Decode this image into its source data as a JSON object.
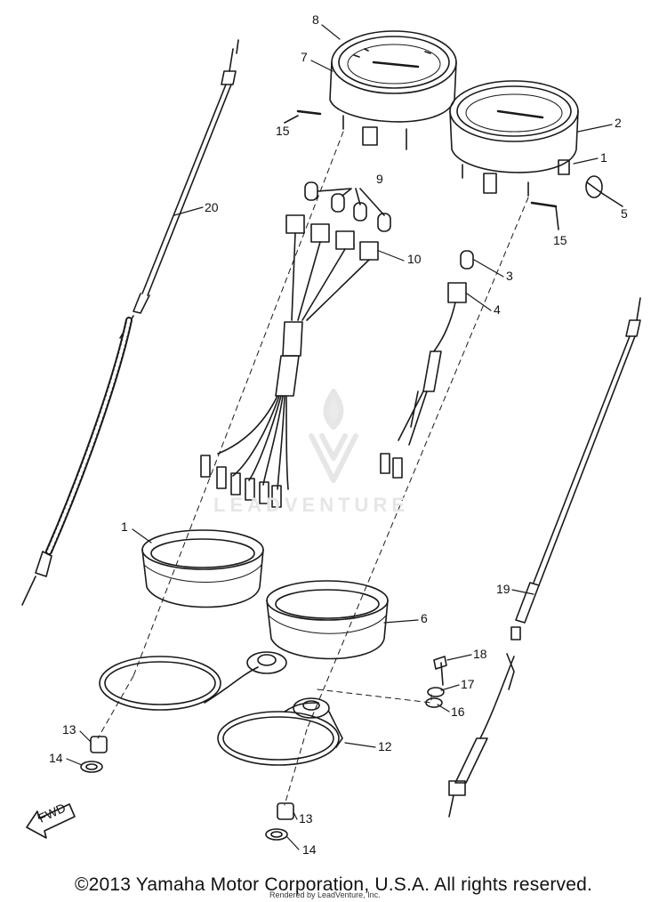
{
  "callouts": {
    "c1a": "1",
    "c1b": "1",
    "c2": "2",
    "c3": "3",
    "c4": "4",
    "c5": "5",
    "c6": "6",
    "c7": "7",
    "c8": "8",
    "c9": "9",
    "c10": "10",
    "c12": "12",
    "c13a": "13",
    "c13b": "13",
    "c14a": "14",
    "c14b": "14",
    "c15a": "15",
    "c15b": "15",
    "c16": "16",
    "c17": "17",
    "c18": "18",
    "c19": "19",
    "c20": "20"
  },
  "direction_badge": "FWD",
  "watermark": "LEADVENTURE",
  "footer": {
    "copyright": "©2013 Yamaha Motor Corporation, U.S.A. All rights reserved.",
    "rendered": "Rendered by LeadVenture, Inc."
  }
}
